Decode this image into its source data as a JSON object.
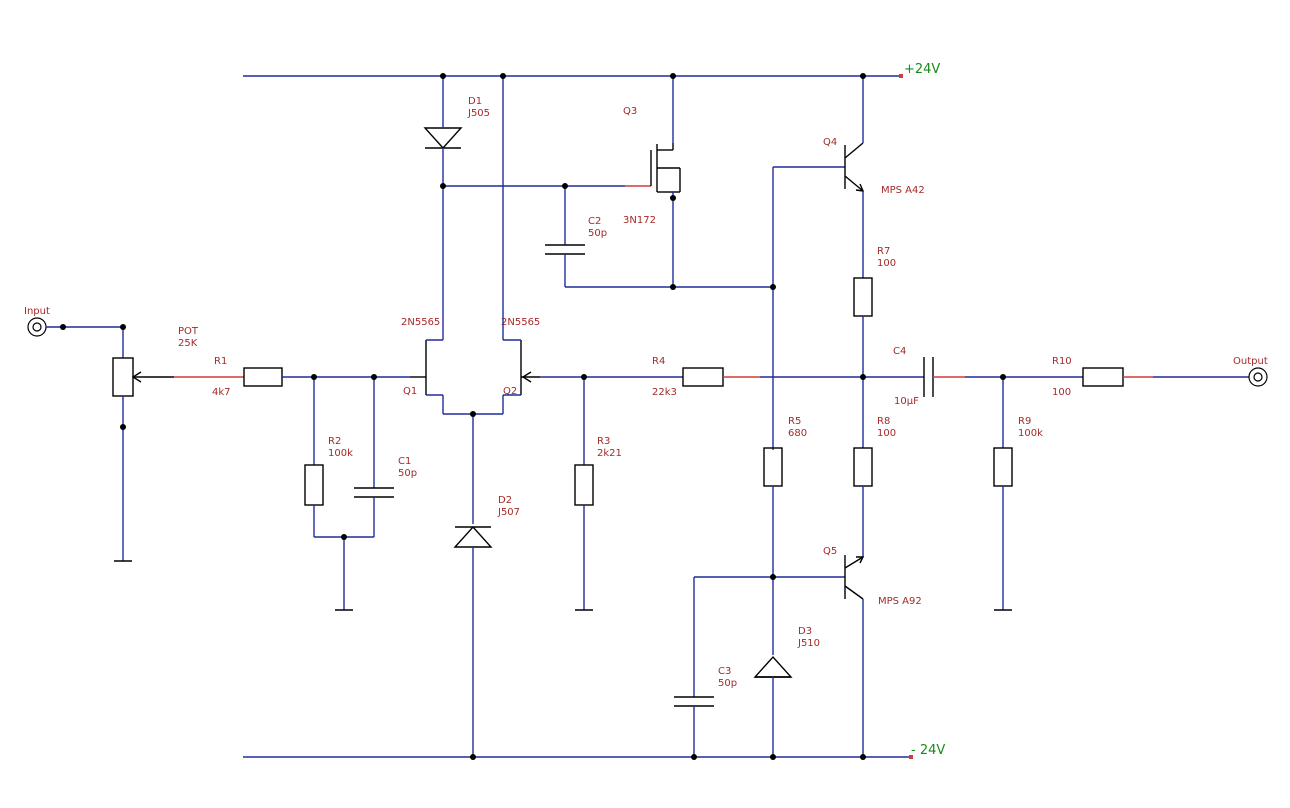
{
  "rails": {
    "positive": "+24V",
    "negative": "- 24V"
  },
  "connectors": {
    "input": "Input",
    "output": "Output"
  },
  "potentiometer": {
    "name": "POT",
    "value": "25K"
  },
  "resistors": [
    {
      "name": "R1",
      "value": "4k7"
    },
    {
      "name": "R2",
      "value": "100k"
    },
    {
      "name": "R3",
      "value": "2k21"
    },
    {
      "name": "R4",
      "value": "22k3"
    },
    {
      "name": "R5",
      "value": "680"
    },
    {
      "name": "R7",
      "value": "100"
    },
    {
      "name": "R8",
      "value": "100"
    },
    {
      "name": "R9",
      "value": "100k"
    },
    {
      "name": "R10",
      "value": "100"
    }
  ],
  "capacitors": [
    {
      "name": "C1",
      "value": "50p"
    },
    {
      "name": "C2",
      "value": "50p"
    },
    {
      "name": "C3",
      "value": "50p"
    },
    {
      "name": "C4",
      "value": "10µF"
    }
  ],
  "diodes": [
    {
      "name": "D1",
      "value": "J505"
    },
    {
      "name": "D2",
      "value": "J507"
    },
    {
      "name": "D3",
      "value": "J510"
    }
  ],
  "transistors": [
    {
      "name": "Q1",
      "value": "2N5565"
    },
    {
      "name": "Q2",
      "value": "2N5565"
    },
    {
      "name": "Q3",
      "value": "3N172"
    },
    {
      "name": "Q4",
      "value": "MPS A42"
    },
    {
      "name": "Q5",
      "value": "MPS A92"
    }
  ]
}
